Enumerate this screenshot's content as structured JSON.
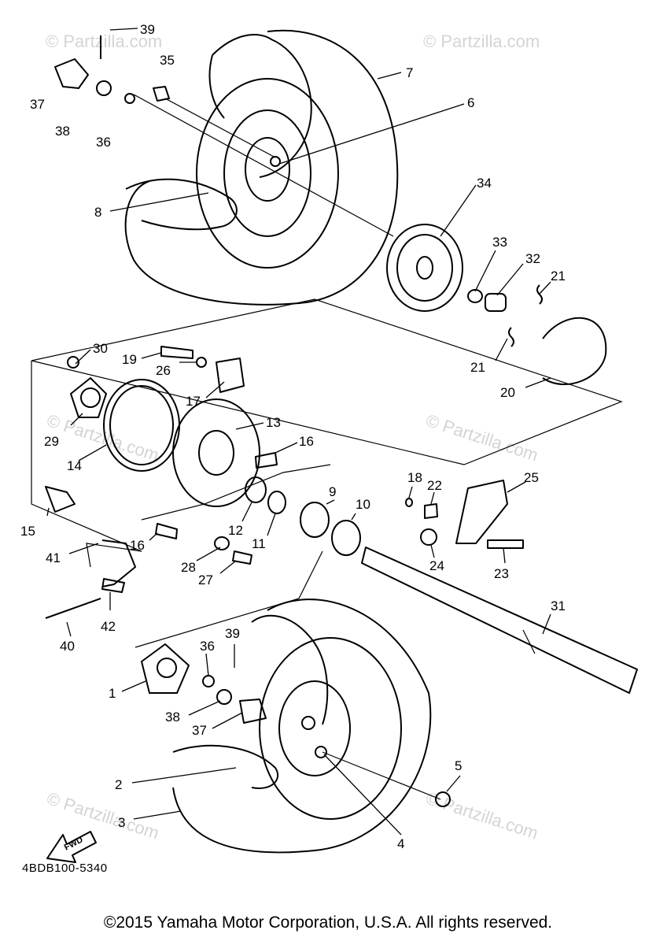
{
  "watermark": "Partzilla.com",
  "fwd_label": "FWD",
  "drawing_code": "4BDB100-5340",
  "copyright": "©2015  Yamaha Motor Corporation, U.S.A. All rights reserved.",
  "callouts": {
    "c1": "1",
    "c2": "2",
    "c3": "3",
    "c4": "4",
    "c5": "5",
    "c6": "6",
    "c7": "7",
    "c8": "8",
    "c9": "9",
    "c10": "10",
    "c11": "11",
    "c12": "12",
    "c13": "13",
    "c14": "14",
    "c15": "15",
    "c16a": "16",
    "c16b": "16",
    "c17": "17",
    "c18": "18",
    "c19": "19",
    "c20": "20",
    "c21a": "21",
    "c21b": "21",
    "c22": "22",
    "c23": "23",
    "c24": "24",
    "c25": "25",
    "c26": "26",
    "c27": "27",
    "c28": "28",
    "c29": "29",
    "c30": "30",
    "c31": "31",
    "c32": "32",
    "c33": "33",
    "c34": "34",
    "c35": "35",
    "c36a": "36",
    "c36b": "36",
    "c37a": "37",
    "c37b": "37",
    "c38a": "38",
    "c38b": "38",
    "c39a": "39",
    "c39b": "39",
    "c40": "40",
    "c41": "41",
    "c42": "42"
  }
}
